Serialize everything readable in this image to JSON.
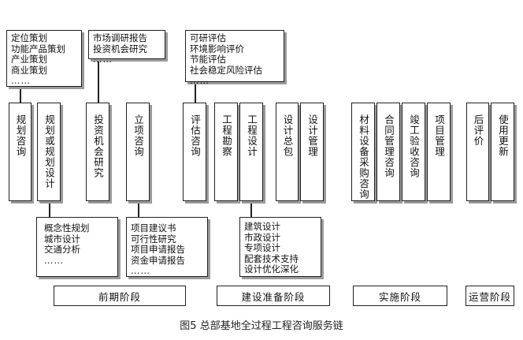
{
  "top_boxes": {
    "planning": [
      "定位策划",
      "功能产品策划",
      "产业策划",
      "商业策划",
      "……"
    ],
    "research": [
      "市场调研报告",
      "投资机会研究",
      "……"
    ],
    "evaluation": [
      "可研评估",
      "环境影响评价",
      "节能评估",
      "社会稳定风险评估",
      "……"
    ]
  },
  "columns": {
    "c1": "规划咨询",
    "c2": "规划或规划设计",
    "c3": "投资机会研究",
    "c4": "立项咨询",
    "c5": "评估咨询",
    "c6": "工程勘察",
    "c7": "工程设计",
    "c8": "设计总包",
    "c9": "设计管理",
    "c10": "材料设备采购咨询",
    "c11": "合同管理咨询",
    "c12": "竣工验收咨询",
    "c13": "项目管理",
    "c14": "后评价",
    "c15": "使用更新"
  },
  "bottom_boxes": {
    "concept": [
      "概念性规划",
      "城市设计",
      "交通分析",
      "……"
    ],
    "project": [
      "项目建议书",
      "可行性研究",
      "项目申请报告",
      "资金申请报告",
      "……"
    ],
    "design": [
      "建筑设计",
      "市政设计",
      "专项设计",
      "配套技术支持",
      "设计优化深化"
    ]
  },
  "phases": {
    "early": "前期阶段",
    "prep": "建设准备阶段",
    "impl": "实施阶段",
    "ops": "运营阶段"
  },
  "caption": "图5  总部基地全过程工程咨询服务链"
}
